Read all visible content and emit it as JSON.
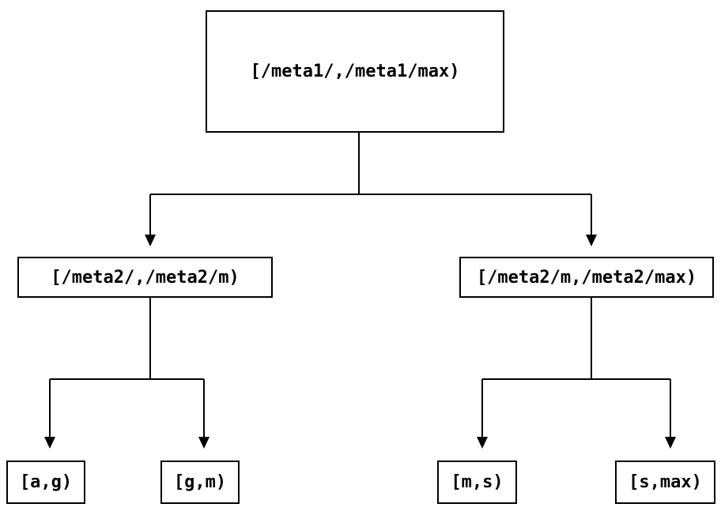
{
  "diagram": {
    "type": "tree",
    "background_color": "#ffffff",
    "line_color": "#000000",
    "nodes": {
      "root": {
        "label": "[/meta1/,/meta1/max)"
      },
      "left_child": {
        "label": "[/meta2/,/meta2/m)"
      },
      "right_child": {
        "label": "[/meta2/m,/meta2/max)"
      },
      "leaves": [
        {
          "label": "[a,g)"
        },
        {
          "label": "[g,m)"
        },
        {
          "label": "[m,s)"
        },
        {
          "label": "[s,max)"
        }
      ]
    },
    "edges": [
      {
        "from": "root",
        "to": "left_child"
      },
      {
        "from": "root",
        "to": "right_child"
      },
      {
        "from": "left_child",
        "to": "leaf-a-g"
      },
      {
        "from": "left_child",
        "to": "leaf-g-m"
      },
      {
        "from": "right_child",
        "to": "leaf-m-s"
      },
      {
        "from": "right_child",
        "to": "leaf-s-max"
      }
    ]
  }
}
